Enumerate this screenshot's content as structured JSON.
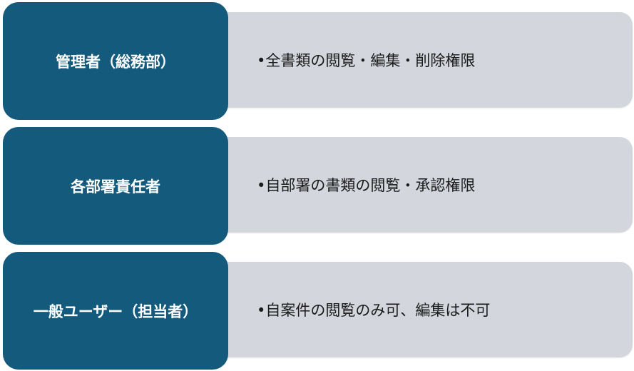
{
  "colors": {
    "role_fill": "#145a7c",
    "desc_fill": "#d3d6dc",
    "role_text": "#ffffff",
    "desc_text": "#1a1a1a"
  },
  "rows": [
    {
      "role": "管理者（総務部）",
      "description": "•全書類の閲覧・編集・削除権限"
    },
    {
      "role": "各部署責任者",
      "description": "•自部署の書類の閲覧・承認権限"
    },
    {
      "role": "一般ユーザー（担当者）",
      "description": "•自案件の閲覧のみ可、編集は不可"
    }
  ]
}
